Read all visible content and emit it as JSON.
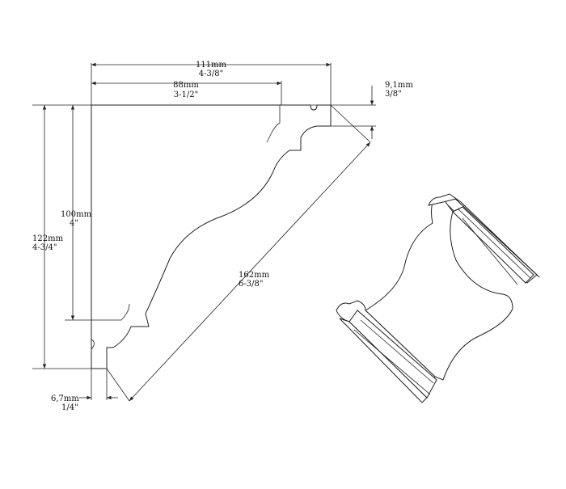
{
  "dimensions": {
    "overall_width": {
      "metric": "111mm",
      "imperial": "4-3/8\""
    },
    "inner_width": {
      "metric": "88mm",
      "imperial": "3-1/2\""
    },
    "top_offset": {
      "metric": "9,1mm",
      "imperial": "3/8\""
    },
    "inner_height": {
      "metric": "100mm",
      "imperial": "4\""
    },
    "overall_height": {
      "metric": "122mm",
      "imperial": "4-3/4\""
    },
    "diagonal_length": {
      "metric": "162mm",
      "imperial": "6-3/8\""
    },
    "bottom_offset": {
      "metric": "6,7mm",
      "imperial": "1/4\""
    }
  },
  "colors": {
    "line": "#222222",
    "background": "#ffffff"
  }
}
